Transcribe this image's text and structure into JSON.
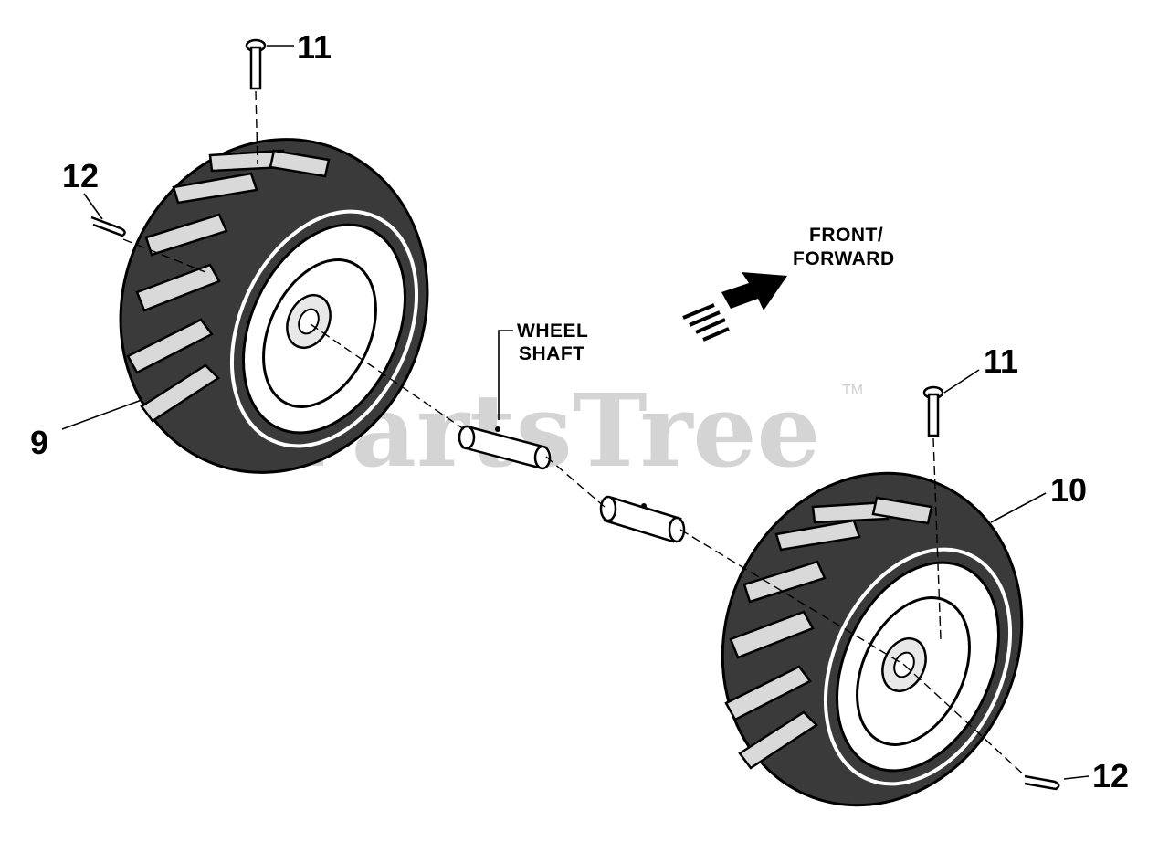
{
  "watermark": {
    "text": "PartsTree",
    "trademark": "TM"
  },
  "labels": {
    "pin_left": "11",
    "pin_right": "11",
    "clip_left": "12",
    "clip_right": "12",
    "wheel_left": "9",
    "wheel_right": "10"
  },
  "wheel_shaft_label": {
    "line1": "WHEEL",
    "line2": "SHAFT"
  },
  "direction_label": {
    "line1": "FRONT/",
    "line2": "FORWARD"
  },
  "icons": {
    "direction": "arrow-icon",
    "pin": "clevis-pin-icon",
    "clip": "hairpin-clip-icon",
    "wheel": "tire-wheel-icon",
    "shaft": "shaft-icon"
  }
}
